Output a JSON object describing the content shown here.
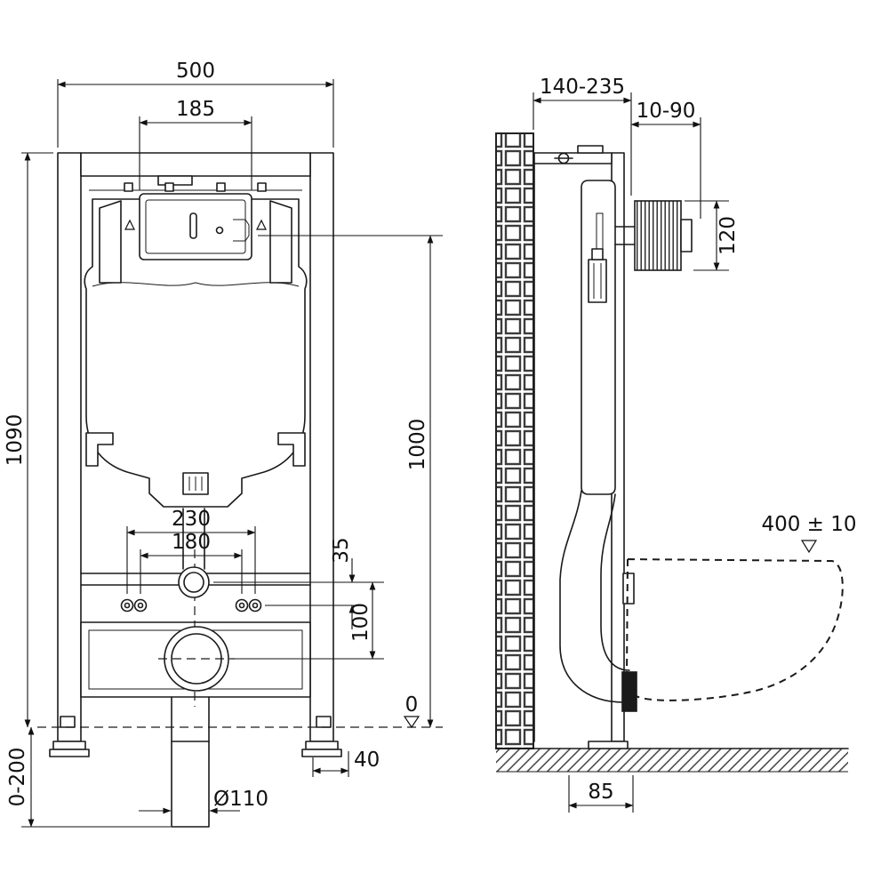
{
  "drawing": {
    "front": {
      "width_overall": "500",
      "plate_width": "185",
      "frame_height": "1090",
      "leg_adjustment": "0-200",
      "anchor_spacing_outer": "230",
      "anchor_spacing_inner": "180",
      "flush_offset": "35",
      "outlet_offset": "100",
      "top_height": "1000",
      "floor_level": "0",
      "foot_offset": "40",
      "drain_diameter": "Ø110"
    },
    "side": {
      "frame_depth": "140-235",
      "finish_thickness": "10-90",
      "actuator_height": "120",
      "bowl_height": "400 ± 10",
      "outlet_wall_distance": "85"
    }
  }
}
